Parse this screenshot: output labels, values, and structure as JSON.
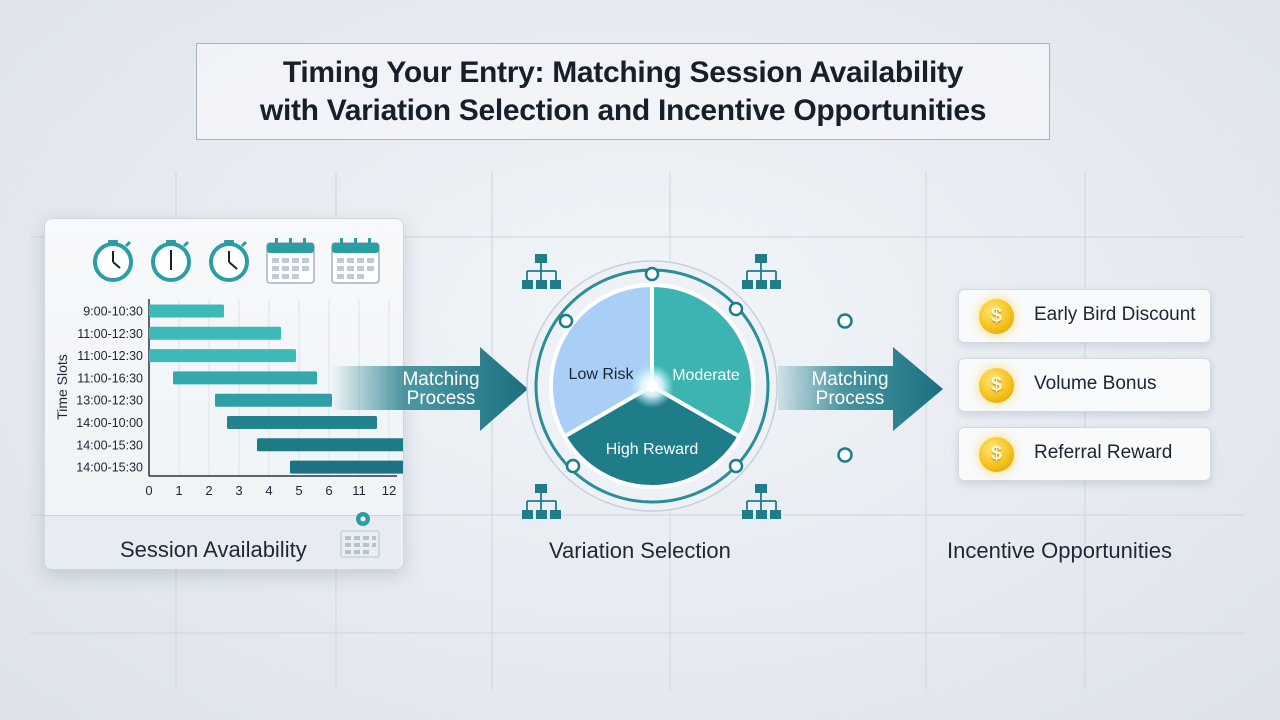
{
  "title": {
    "line1": "Timing Your Entry: Matching Session Availability",
    "line2": "with Variation Selection and Incentive Opportunities"
  },
  "session_panel": {
    "y_axis_label": "Time Slots",
    "footer_label": "Session Availability",
    "icons": [
      "stopwatch-icon",
      "stopwatch-icon",
      "stopwatch-icon",
      "calendar-icon",
      "calendar-icon"
    ],
    "footer_icons": [
      "calendar-icon",
      "location-pin-icon"
    ]
  },
  "chart_data": {
    "type": "bar",
    "orientation": "horizontal",
    "ylabel": "Time Slots",
    "categories": [
      "9:00-10:30",
      "11:00-12:30",
      "11:00-12:30",
      "11:00-16:30",
      "13:00-12:30",
      "14:00-10:00",
      "14:00-15:30",
      "14:00-15:30"
    ],
    "x_ticks": [
      "0",
      "1",
      "2",
      "3",
      "4",
      "5",
      "6",
      "11",
      "12"
    ],
    "bars": [
      {
        "start": 0,
        "end": 2.5
      },
      {
        "start": 0,
        "end": 4.4
      },
      {
        "start": 0,
        "end": 4.9
      },
      {
        "start": 0.8,
        "end": 5.6
      },
      {
        "start": 2.2,
        "end": 6.1
      },
      {
        "start": 2.6,
        "end": 7.6
      },
      {
        "start": 3.6,
        "end": 8.7
      },
      {
        "start": 4.7,
        "end": 9.2
      }
    ],
    "bar_colors": [
      "#3cbab7",
      "#3cbab7",
      "#3cbab7",
      "#34a9ad",
      "#2f9ea6",
      "#24828f",
      "#1f7a88",
      "#1c7282"
    ],
    "grid": true
  },
  "arrows": {
    "left_label_line1": "Matching",
    "left_label_line2": "Process",
    "right_label_line1": "Matching",
    "right_label_line2": "Process"
  },
  "variation": {
    "low_risk": "Low Risk",
    "moderate": "Moderate",
    "high_reward": "High Reward",
    "label": "Variation Selection",
    "icons": [
      "hierarchy-icon",
      "hierarchy-icon",
      "hierarchy-icon",
      "hierarchy-icon"
    ]
  },
  "incentives": {
    "label": "Incentive Opportunities",
    "items": [
      {
        "label": "Early Bird Discount",
        "icon": "coin-icon"
      },
      {
        "label": "Volume Bonus",
        "icon": "coin-icon"
      },
      {
        "label": "Referral Reward",
        "icon": "coin-icon"
      }
    ]
  },
  "colors": {
    "teal_light": "#3cbab7",
    "teal_dark": "#1c7282",
    "blue_segment": "#a9cff6",
    "title_text": "#16202b",
    "coin_gold": "#f6c21c"
  }
}
